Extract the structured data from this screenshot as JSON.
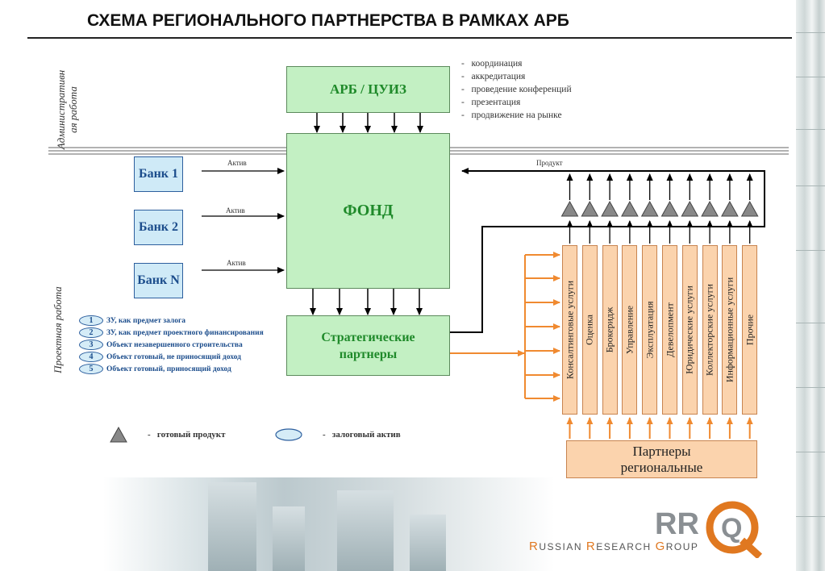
{
  "title": "СХЕМА РЕГИОНАЛЬНОГО ПАРТНЕРСТВА В РАМКАХ АРБ",
  "side_labels": {
    "admin": [
      "Административн",
      "ая работа"
    ],
    "project": "Проектная работа"
  },
  "arb_box": "АРБ / ЦУИЗ",
  "functions": [
    "координация",
    "аккредитация",
    "проведение конференций",
    "презентация",
    "продвижение на рынке"
  ],
  "function_bullet": "-",
  "fund_box": "ФОНД",
  "banks": [
    {
      "label": "Банк 1",
      "arrow_label": "Актив"
    },
    {
      "label": "Банк 2",
      "arrow_label": "Актив"
    },
    {
      "label": "Банк N",
      "arrow_label": "Актив"
    }
  ],
  "product_label": "Продукт",
  "strategic_box": [
    "Стратегические",
    "партнеры"
  ],
  "objects": [
    {
      "num": "1",
      "text": "ЗУ, как предмет залога"
    },
    {
      "num": "2",
      "text": "ЗУ, как предмет проектного финансирования"
    },
    {
      "num": "3",
      "text": "Объект незавершенного строительства"
    },
    {
      "num": "4",
      "text": "Объект готовый, не приносящий доход"
    },
    {
      "num": "5",
      "text": "Объект готовый, приносящий доход"
    }
  ],
  "services": [
    "Консалтинговые услуги",
    "Оценка",
    "Брокеридж",
    "Управление",
    "Эксплуатация",
    "Девелопмент",
    "Юридические услуги",
    "Коллекторские услуги",
    "Информационные услуги",
    "Прочие"
  ],
  "regional_partners": [
    "Партнеры",
    "региональные"
  ],
  "legend": {
    "triangle_dash": "-",
    "triangle_text": "готовый продукт",
    "ellipse_dash": "-",
    "ellipse_text": "залоговый актив"
  },
  "brand": {
    "logo_letters": "RR",
    "logo_q": "Q",
    "words": [
      {
        "initial": "R",
        "rest": "USSIAN "
      },
      {
        "initial": "R",
        "rest": "ESEARCH "
      },
      {
        "initial": "G",
        "rest": "ROUP"
      }
    ]
  },
  "colors": {
    "green_fill": "#c3f0c3",
    "green_text": "#1f8a2a",
    "bank_fill": "#cfeaf7",
    "bank_text": "#1c4d8c",
    "orange_fill": "#fbd3ad",
    "orange_arrow": "#f08a30",
    "logo_orange": "#e07820"
  }
}
